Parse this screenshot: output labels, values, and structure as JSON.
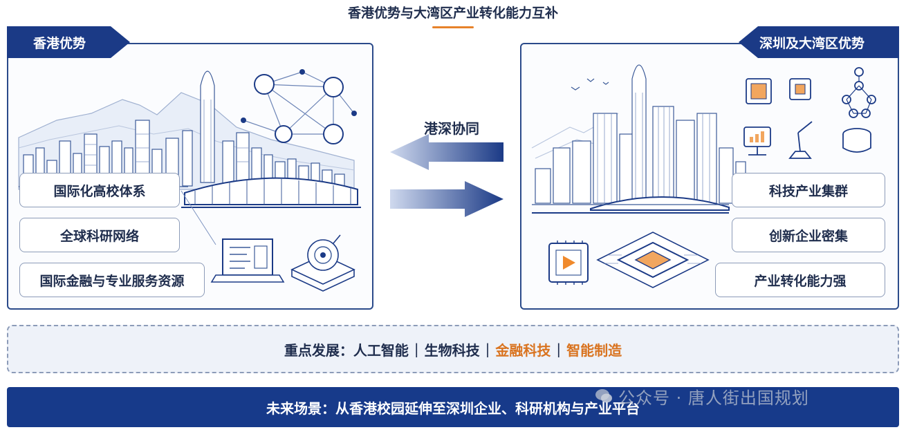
{
  "title": "香港优势与大湾区产业转化能力互补",
  "left_panel": {
    "heading": "香港优势",
    "items": [
      "国际化高校体系",
      "全球科研网络",
      "国际金融与专业服务资源"
    ]
  },
  "right_panel": {
    "heading": "深圳及大湾区优势",
    "items": [
      "科技产业集群",
      "创新企业密集",
      "产业转化能力强"
    ]
  },
  "middle": {
    "label": "港深协同"
  },
  "focus": {
    "lead": "重点发展：",
    "areas": [
      {
        "label": "人工智能",
        "color": "#1f2d4d"
      },
      {
        "label": "生物科技",
        "color": "#1f2d4d"
      },
      {
        "label": "金融科技",
        "color": "#d9731f"
      },
      {
        "label": "智能制造",
        "color": "#d9731f"
      }
    ],
    "separator": "|"
  },
  "future": {
    "text": "未来场景：从香港校园延伸至深圳企业、科研机构与产业平台"
  },
  "watermark": {
    "text": "公众号 · 唐人街出国规划"
  },
  "colors": {
    "navy": "#1b3a86",
    "accent_orange": "#e7822a",
    "text_dark": "#1f2d4d"
  }
}
